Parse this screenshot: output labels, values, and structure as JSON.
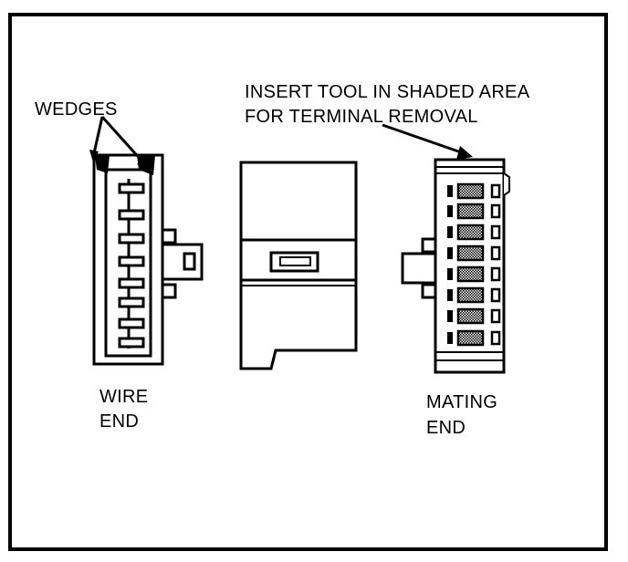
{
  "labels": {
    "wedges": "WEDGES",
    "tool_line1": "INSERT TOOL IN SHADED AREA",
    "tool_line2": "FOR TERMINAL REMOVAL",
    "wire_line1": "WIRE",
    "wire_line2": "END",
    "mating_line1": "MATING",
    "mating_line2": "END"
  },
  "colors": {
    "ink": "#000000",
    "paper": "#ffffff",
    "shade": "#8a8a8a"
  }
}
